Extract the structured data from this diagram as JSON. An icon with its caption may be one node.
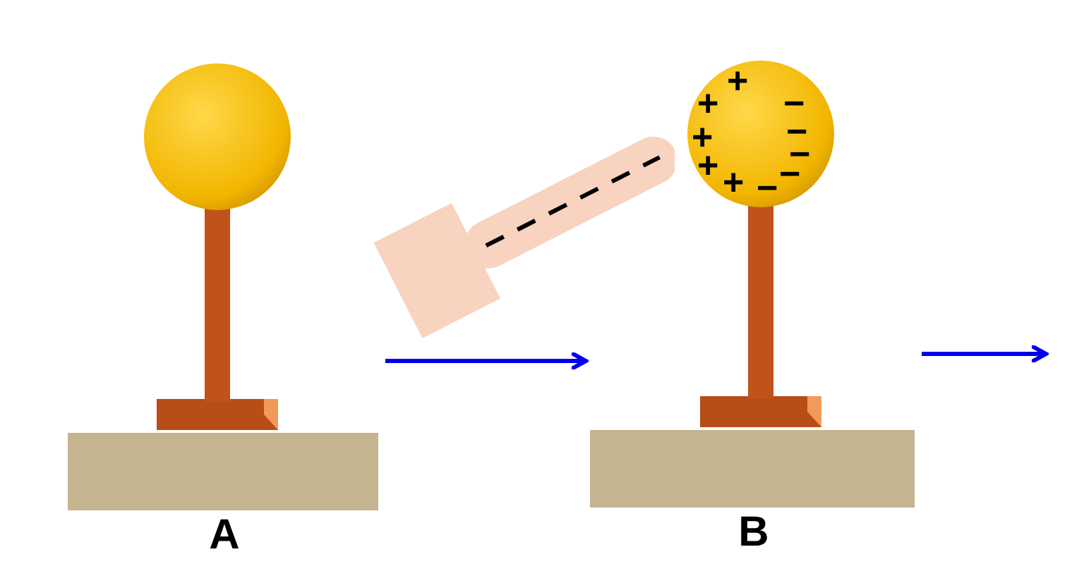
{
  "diagram": {
    "nodes": [
      {
        "text": [
          "A"
        ]
      },
      {
        "text": [
          "B"
        ]
      },
      {
        "text": [],
        "shape": "picture"
      }
    ],
    "edges": [
      {
        "from": 0,
        "to": 1,
        "arrow": "to"
      },
      {
        "from": 1,
        "to": null,
        "arrow": "to"
      }
    ],
    "labels": [
      "+",
      "+",
      "−",
      "+",
      "−",
      "−",
      "+",
      "−",
      "+",
      "−"
    ]
  }
}
